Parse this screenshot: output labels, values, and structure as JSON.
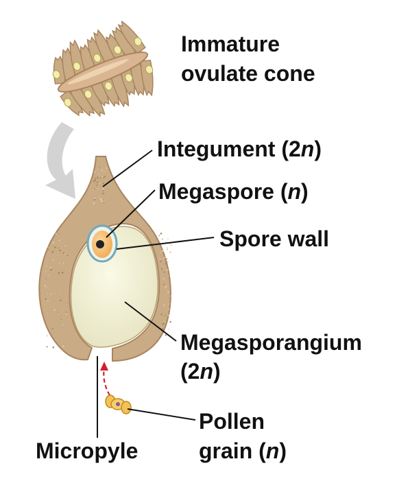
{
  "colors": {
    "tissue": "#c9ab86",
    "tissue_dark": "#a8845e",
    "tissue_light": "#ddc6a5",
    "megasporangium": "#f1f0d6",
    "spore_wall": "#6fa9bd",
    "megaspore": "#f6b768",
    "nucleus": "#222222",
    "arrow_gray": "#d3d3d3",
    "pollen": "#f3c255",
    "pollen_path": "#d0202f",
    "line": "#111111"
  },
  "labels": {
    "cone_line1": "Immature",
    "cone_line2": "ovulate cone",
    "integument_main": "Integument (2",
    "integument_var": "n",
    "integument_close": ")",
    "megaspore_main": "Megaspore (",
    "megaspore_var": "n",
    "megaspore_close": ")",
    "spore_wall": "Spore wall",
    "megasporangium_line1": "Megasporangium",
    "megasporangium_line2_main": "(2",
    "megasporangium_line2_var": "n",
    "megasporangium_line2_close": ")",
    "pollen_line1": "Pollen",
    "pollen_line2_main": "grain (",
    "pollen_line2_var": "n",
    "pollen_line2_close": ")",
    "micropyle": "Micropyle"
  }
}
